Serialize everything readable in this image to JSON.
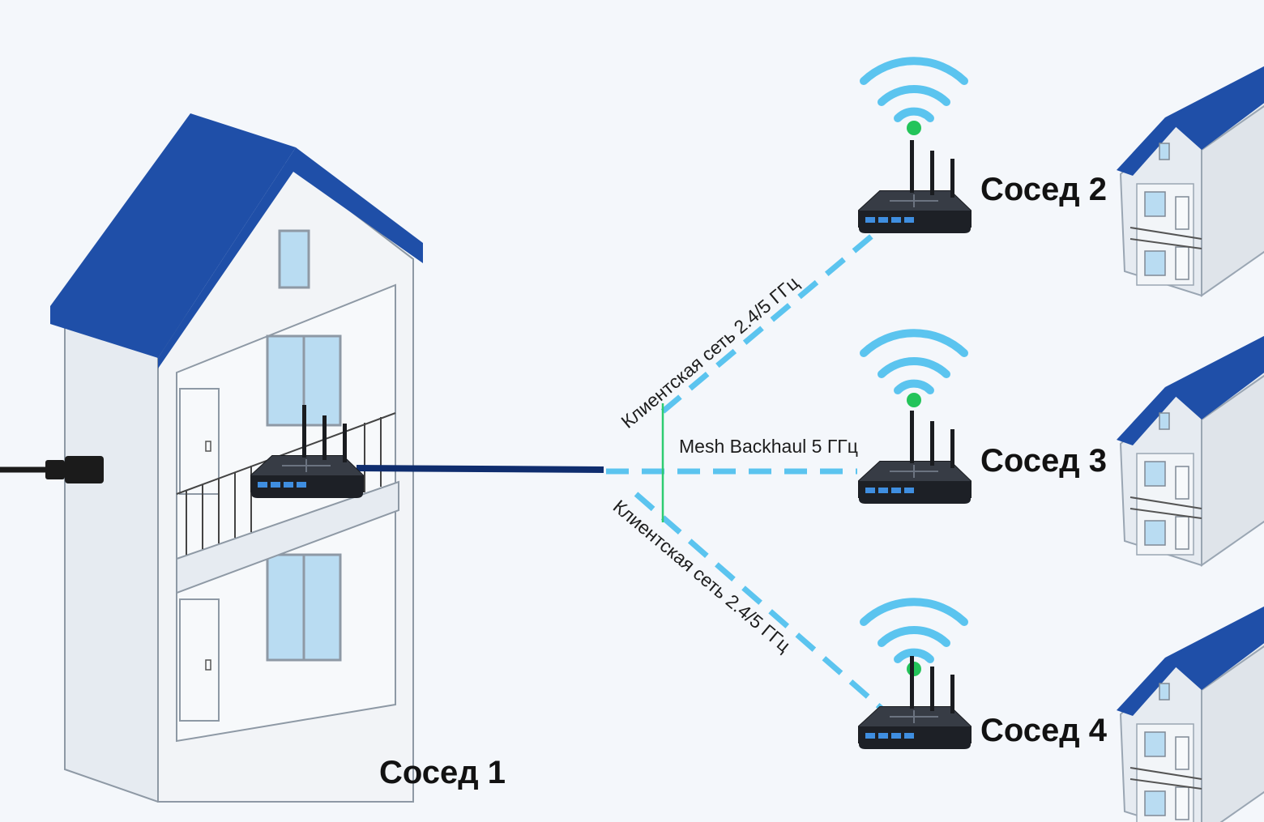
{
  "houses": {
    "main": {
      "label": "Сосед 1"
    },
    "neighbor2": {
      "label": "Сосед 2"
    },
    "neighbor3": {
      "label": "Сосед 3"
    },
    "neighbor4": {
      "label": "Сосед 4"
    }
  },
  "links": {
    "upper": {
      "label": "Клиентская сеть 2.4/5 ГГц"
    },
    "middle": {
      "label": "Mesh Backhaul 5 ГГц"
    },
    "lower": {
      "label": "Клиентская сеть 2.4/5 ГГц"
    }
  },
  "colors": {
    "roof": "#1f4fa8",
    "wall": "#e6ebf1",
    "window": "#b9dcf2",
    "wifi": "#5bc4ef",
    "status_led": "#23c45a",
    "router_body": "#2b2f36",
    "backhaul_cable": "#0f2d6e",
    "dashed_link": "#5bc4ef"
  },
  "icons": [
    "power-plug-icon",
    "router-icon",
    "wifi-signal-icon",
    "status-led-icon"
  ]
}
